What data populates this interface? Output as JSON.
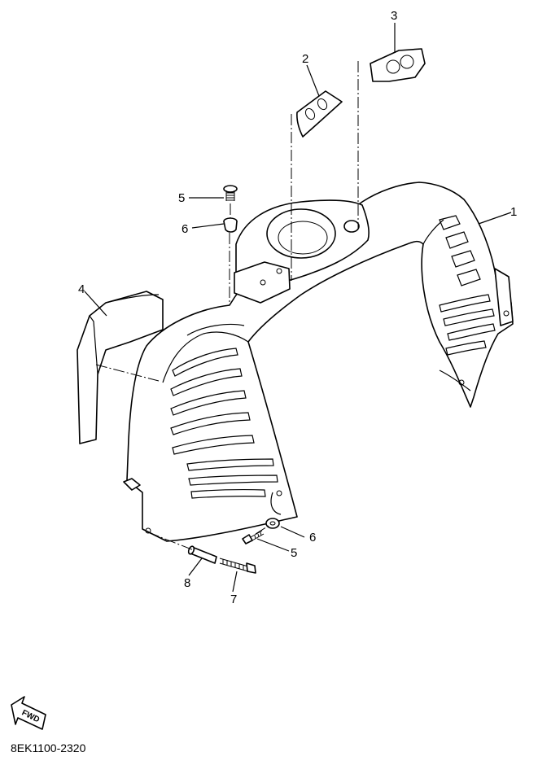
{
  "diagram": {
    "callouts": [
      {
        "id": "1",
        "label": "1"
      },
      {
        "id": "2",
        "label": "2"
      },
      {
        "id": "3",
        "label": "3"
      },
      {
        "id": "4",
        "label": "4"
      },
      {
        "id": "5a",
        "label": "5"
      },
      {
        "id": "6a",
        "label": "6"
      },
      {
        "id": "6b",
        "label": "6"
      },
      {
        "id": "5b",
        "label": "5"
      },
      {
        "id": "8",
        "label": "8"
      },
      {
        "id": "7",
        "label": "7"
      }
    ],
    "fwd_label": "FWD",
    "drawing_code": "8EK1100-2320"
  }
}
